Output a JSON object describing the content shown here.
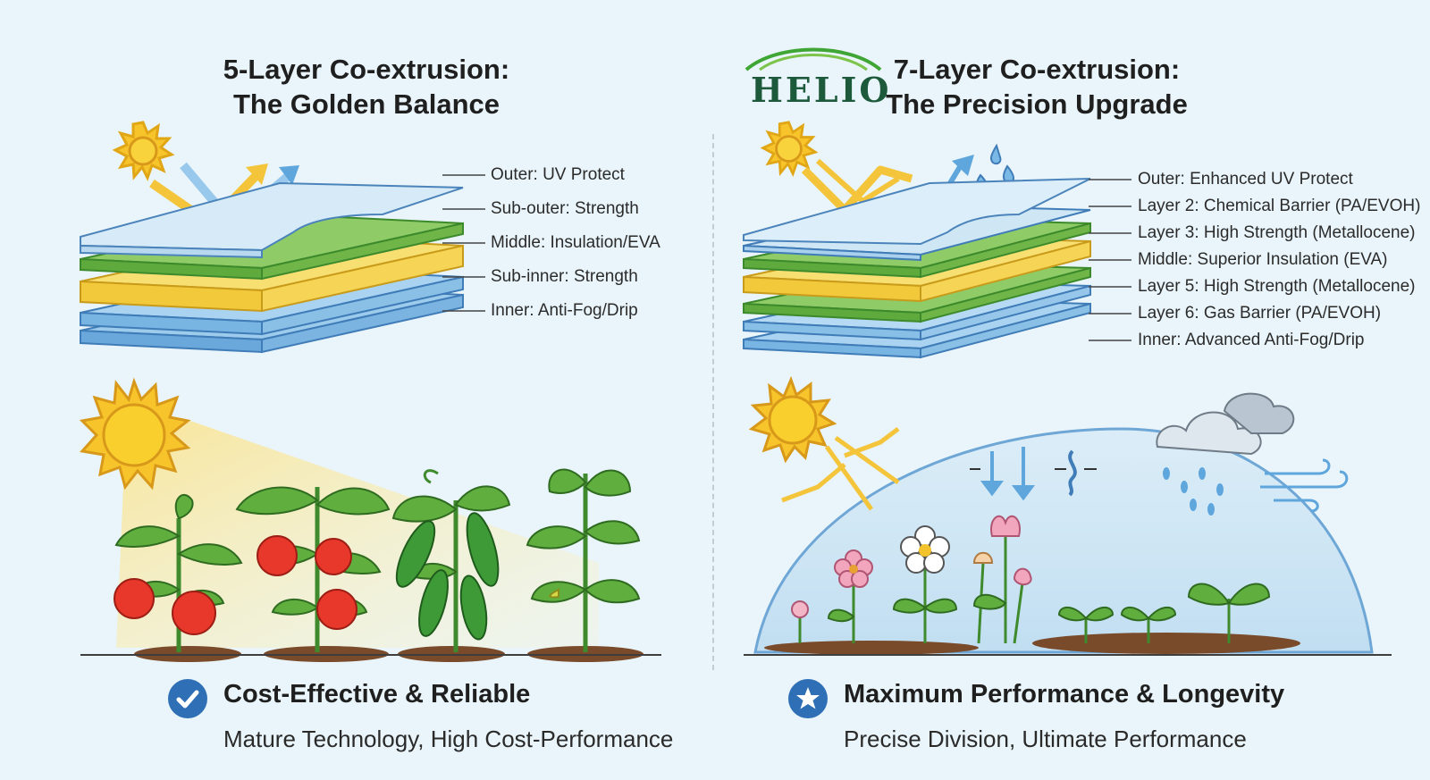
{
  "left_panel": {
    "title_line1": "5-Layer Co-extrusion:",
    "title_line2": "The Golden Balance",
    "layers": [
      "Outer: UV Protect",
      "Sub-outer: Strength",
      "Middle: Insulation/EVA",
      "Sub-inner: Strength",
      "Inner: Anti-Fog/Drip"
    ],
    "benefit_title": "Cost-Effective & Reliable",
    "benefit_subtitle": "Mature Technology, High Cost-Performance",
    "badge_icon": "check-icon"
  },
  "right_panel": {
    "logo_text": "HELIO",
    "title_line1": "7-Layer Co-extrusion:",
    "title_line2": "The Precision Upgrade",
    "layers": [
      "Outer: Enhanced UV Protect",
      "Layer 2: Chemical Barrier (PA/EVOH)",
      "Layer 3: High Strength (Metallocene)",
      "Middle: Superior Insulation (EVA)",
      "Layer 5: High Strength (Metallocene)",
      "Layer 6: Gas Barrier (PA/EVOH)",
      "Inner: Advanced Anti-Fog/Drip"
    ],
    "benefit_title": "Maximum Performance & Longevity",
    "benefit_subtitle": "Precise Division, Ultimate Performance",
    "badge_icon": "star-icon"
  },
  "colors": {
    "background": "#e9f5fa",
    "uv_layer": "#cfe4f2",
    "strength_layer": "#7fbf5a",
    "insulation_layer": "#f4d55a",
    "inner_layer": "#8fc1e6",
    "badge": "#2f6fb6",
    "sun": "#f7c52b",
    "logo_green": "#1d5a3c"
  }
}
